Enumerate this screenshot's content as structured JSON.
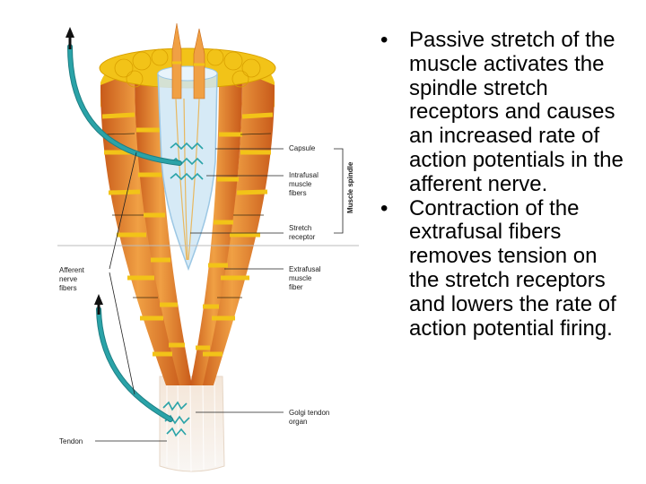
{
  "diagram": {
    "labels": {
      "capsule": "Capsule",
      "intrafusal": [
        "Intrafusal",
        "muscle",
        "fibers"
      ],
      "stretch_receptor": [
        "Stretch",
        "receptor"
      ],
      "muscle_spindle": "Muscle spindle",
      "afferent": [
        "Afferent",
        "nerve",
        "fibers"
      ],
      "extrafusal": [
        "Extrafusal",
        "muscle",
        "fiber"
      ],
      "golgi": [
        "Golgi tendon",
        "organ"
      ],
      "tendon": "Tendon"
    },
    "colors": {
      "fiber_orange": "#e8862c",
      "fiber_yellow": "#f2c318",
      "nerve_teal": "#2aa3a8",
      "capsule_blue": "#cfe6f5"
    }
  },
  "bullets": [
    "Passive stretch of the muscle activates the spindle stretch receptors and causes an increased rate of action potentials in the afferent nerve.",
    "Contraction of the extrafusal fibers removes tension on the stretch receptors and lowers the rate of action potential firing."
  ]
}
